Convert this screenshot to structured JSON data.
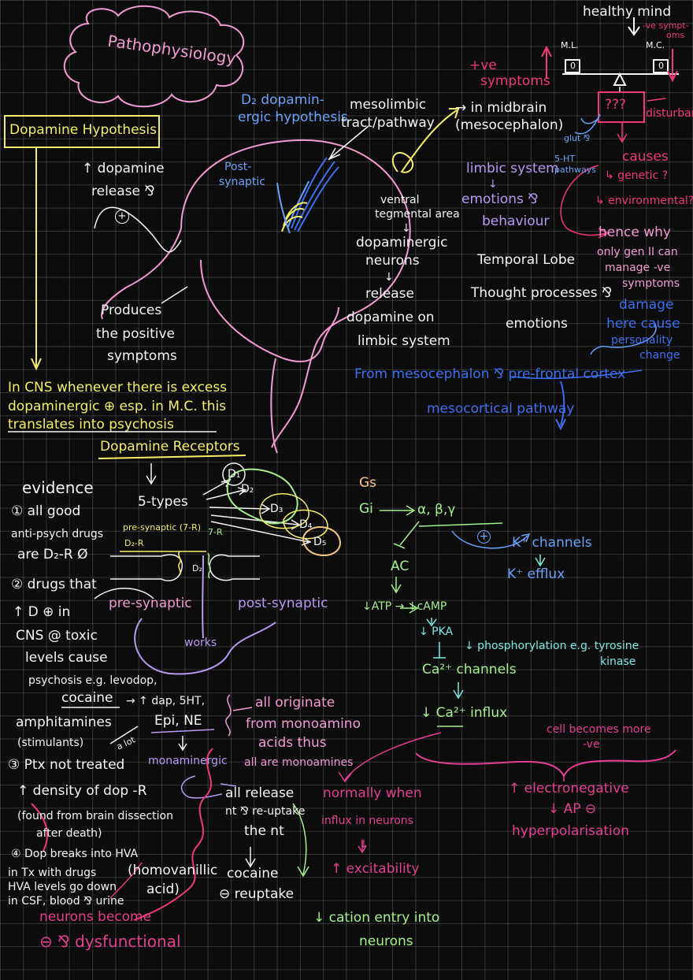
{
  "title": "Pathophysiology",
  "dopamine_box": "Dopamine Hypothesis",
  "left_top": {
    "line1": "↑ dopamine",
    "line2": "release ⅋",
    "circle": "+"
  },
  "produces": [
    "Produces",
    "the positive",
    "symptoms"
  ],
  "cns_text": [
    "In CNS whenever there is excess",
    "dopaminergic ⊕ esp. in M.C. this",
    "translates into psychosis"
  ],
  "evidence": {
    "heading": "evidence",
    "item1": [
      "① all good",
      "anti-psych drugs",
      "are D₂-R Ø"
    ],
    "item2": [
      "② drugs that",
      "↑ D ⊕ in",
      "CNS @ toxic",
      "levels cause",
      "psychosis e.g. levodop,"
    ],
    "cocaine": "cocaine",
    "amph": "amphitamines",
    "stimulants": "(stimulants)",
    "alot": "a lot",
    "dap_line": "→ ↑ dap, 5HT,",
    "epi_line": "Epi, NE",
    "item3": [
      "③ Ptx not treated",
      "↑ density of dop -R",
      "(found from brain dissection",
      "after death)"
    ],
    "item4": [
      "④ Dop breaks into HVA",
      "in Tx with drugs",
      "HVA levels go down",
      "in CSF, blood ⅋ urine"
    ],
    "hva": [
      "(homovanillic",
      "acid)"
    ],
    "neurons": [
      "neurons become",
      "⊖ ⅋ dysfunctional"
    ]
  },
  "receptors": {
    "heading": "Dopamine Receptors",
    "five_types": "5-types",
    "d1": "D₁",
    "d2": "D₂",
    "d3": "D₃",
    "d4": "D₄",
    "d5": "D₅",
    "presynaptic_label": "pre-synaptic (7-R)",
    "d2r": "D₂-R",
    "seven_r": "7-R",
    "d2_syn": "D₂",
    "pre": "pre-synaptic",
    "post": "post-synaptic",
    "works": "works"
  },
  "monoamine": {
    "originate": [
      "all originate",
      "from monoamino",
      "acids thus",
      "all are monoamines"
    ],
    "monoaminergic": "monaminergic",
    "release": [
      "all release",
      "nt ⅋ re-uptake",
      "the nt"
    ],
    "cocaine": [
      "cocaine",
      "⊖ reuptake"
    ]
  },
  "brain": {
    "d2": [
      "D₂ dopamin-",
      "ergic hypothesis"
    ],
    "mesolimbic": [
      "mesolimbic",
      "tract/pathway"
    ],
    "post_synaptic": [
      "Post-",
      "synaptic"
    ],
    "midbrain": [
      "→ in midbrain",
      "(mesocephalon)"
    ],
    "vta": [
      "ventral",
      "tegmental area",
      "↓",
      "dopaminergic",
      "neurons",
      "↓",
      "release",
      "dopamine on",
      "limbic system"
    ],
    "limbic": [
      "limbic system",
      "↓",
      "emotions ⅋",
      "behaviour"
    ],
    "temporal": [
      "Temporal Lobe",
      "Thought processes ⅋",
      "emotions"
    ],
    "damage": [
      "damage",
      "here cause",
      "personality",
      "change"
    ],
    "mesocortical_from": "From mesocephalon ⅋ pre-frontal cortex",
    "mesocortical": "mesocortical pathway"
  },
  "healthy": {
    "heading": "healthy mind",
    "ml": "M.L.",
    "mc": "M.C.",
    "ve_symptoms": [
      "-ve sympt-",
      "oms"
    ],
    "pos": [
      "+ve",
      "symptoms"
    ],
    "qqq": "???",
    "disturbance": "disturbance",
    "glut": "glut ⅋",
    "ht": [
      "5-HT",
      "pathways"
    ],
    "causes": [
      "causes",
      "↳ genetic ?",
      "↳ environmental?"
    ],
    "hence": [
      "hence why",
      "only gen II can",
      "manage -ve",
      "symptoms"
    ]
  },
  "signal": {
    "gs": "Gs",
    "gi": "Gi",
    "subunits": "α, β,γ",
    "ac": "AC",
    "atp": "↓ATP → ↓cAMP",
    "pka": "↓ PKA",
    "phos": [
      "↓ phosphorylation e.g. tyrosine",
      "kinase"
    ],
    "ca": "Ca²⁺ channels",
    "ca_influx": "↓ Ca²⁺ influx",
    "k": "K⁺ channels",
    "k_efflux": "K⁺ efflux",
    "plus": "+",
    "more_neg": [
      "cell becomes more",
      "-ve"
    ],
    "electro": [
      "↑ electronegative",
      "↓ AP ⊖",
      "hyperpolarisation"
    ],
    "normally": [
      "normally when",
      "influx in neurons",
      "↓",
      "↑ excitability"
    ],
    "cation": [
      "↓ cation entry into",
      "neurons"
    ]
  },
  "colors": {
    "background": "#0c0c0c",
    "grid": "#5a5a5a",
    "white": "#f4f4f4",
    "yellow": "#f4ef6a",
    "pink": "#f39ad2",
    "red": "#f0397a",
    "purple": "#b69af4",
    "blue": "#3f6ff0",
    "cyan": "#7fe6e0",
    "green": "#a5f08c"
  }
}
